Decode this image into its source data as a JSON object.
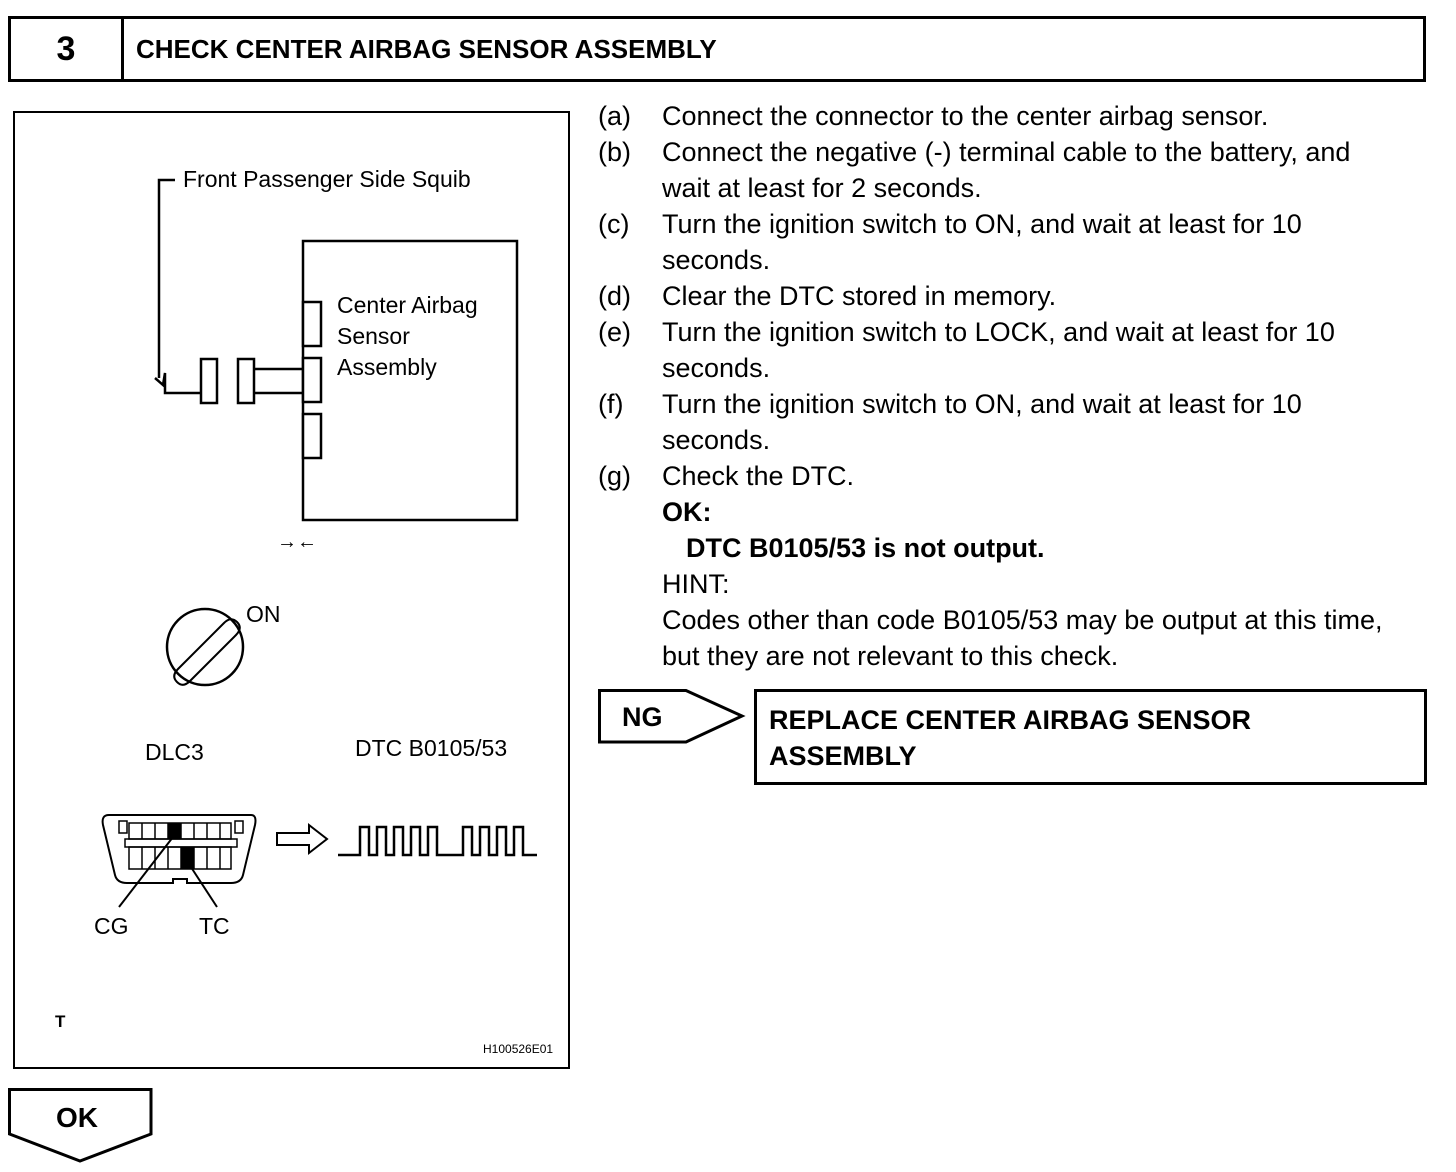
{
  "header": {
    "step_number": "3",
    "title": "CHECK CENTER AIRBAG SENSOR ASSEMBLY"
  },
  "figure": {
    "squib_label": "Front Passenger Side Squib",
    "sensor_label_lines": [
      "Center Airbag",
      "Sensor",
      "Assembly"
    ],
    "connect_arrows": "→←",
    "ignition_label": "ON",
    "dlc3_label": "DLC3",
    "dtc_label": "DTC B0105/53",
    "cg_label": "CG",
    "tc_label": "TC",
    "corner_mark": "T",
    "figure_code": "H100526E01"
  },
  "steps": [
    {
      "letter": "(a)",
      "text": "Connect the connector to the center airbag sensor."
    },
    {
      "letter": "(b)",
      "text": "Connect the negative (-) terminal cable to the battery, and wait at least for 2 seconds."
    },
    {
      "letter": "(c)",
      "text": "Turn the ignition switch to ON, and wait at least for 10 seconds."
    },
    {
      "letter": "(d)",
      "text": "Clear the DTC stored in memory."
    },
    {
      "letter": "(e)",
      "text": "Turn the ignition switch to LOCK, and wait at least for 10 seconds."
    },
    {
      "letter": "(f)",
      "text": "Turn the ignition switch to ON, and wait at least for 10 seconds."
    },
    {
      "letter": "(g)",
      "text": "Check the DTC."
    }
  ],
  "result": {
    "ok_label": "OK:",
    "ok_value": "DTC B0105/53 is not output.",
    "hint_label": "HINT:",
    "hint_text": "Codes other than code B0105/53 may be output at this time, but they are not relevant to this check."
  },
  "ng": {
    "tag": "NG",
    "action_lines": [
      "REPLACE CENTER AIRBAG SENSOR",
      "ASSEMBLY"
    ]
  },
  "ok_tag": "OK"
}
